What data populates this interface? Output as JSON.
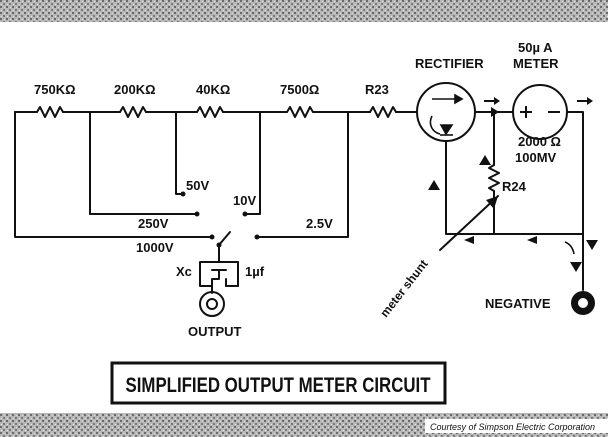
{
  "diagram": {
    "resistors": {
      "r750k": "750KΩ",
      "r200k": "200KΩ",
      "r40k": "40KΩ",
      "r7500": "7500Ω",
      "r23": "R23",
      "r24": "R24"
    },
    "rectifier_label": "RECTIFIER",
    "meter": {
      "rating_line1": "50µ A",
      "rating_line2": "METER",
      "resistance": "2000 Ω",
      "voltage": "100MV"
    },
    "ranges": {
      "v50": "50V",
      "v10": "10V",
      "v250": "250V",
      "v2_5": "2.5V",
      "v1000": "1000V"
    },
    "capacitor": {
      "xc": "Xc",
      "value": "1µf"
    },
    "output_label": "OUTPUT",
    "shunt_label": "meter shunt",
    "negative_label": "NEGATIVE",
    "title": "SIMPLIFIED OUTPUT METER CIRCUIT",
    "credit": "Courtesy of Simpson Electric Corporation",
    "colors": {
      "ink": "#111111",
      "band": "#9a9a9a"
    }
  }
}
